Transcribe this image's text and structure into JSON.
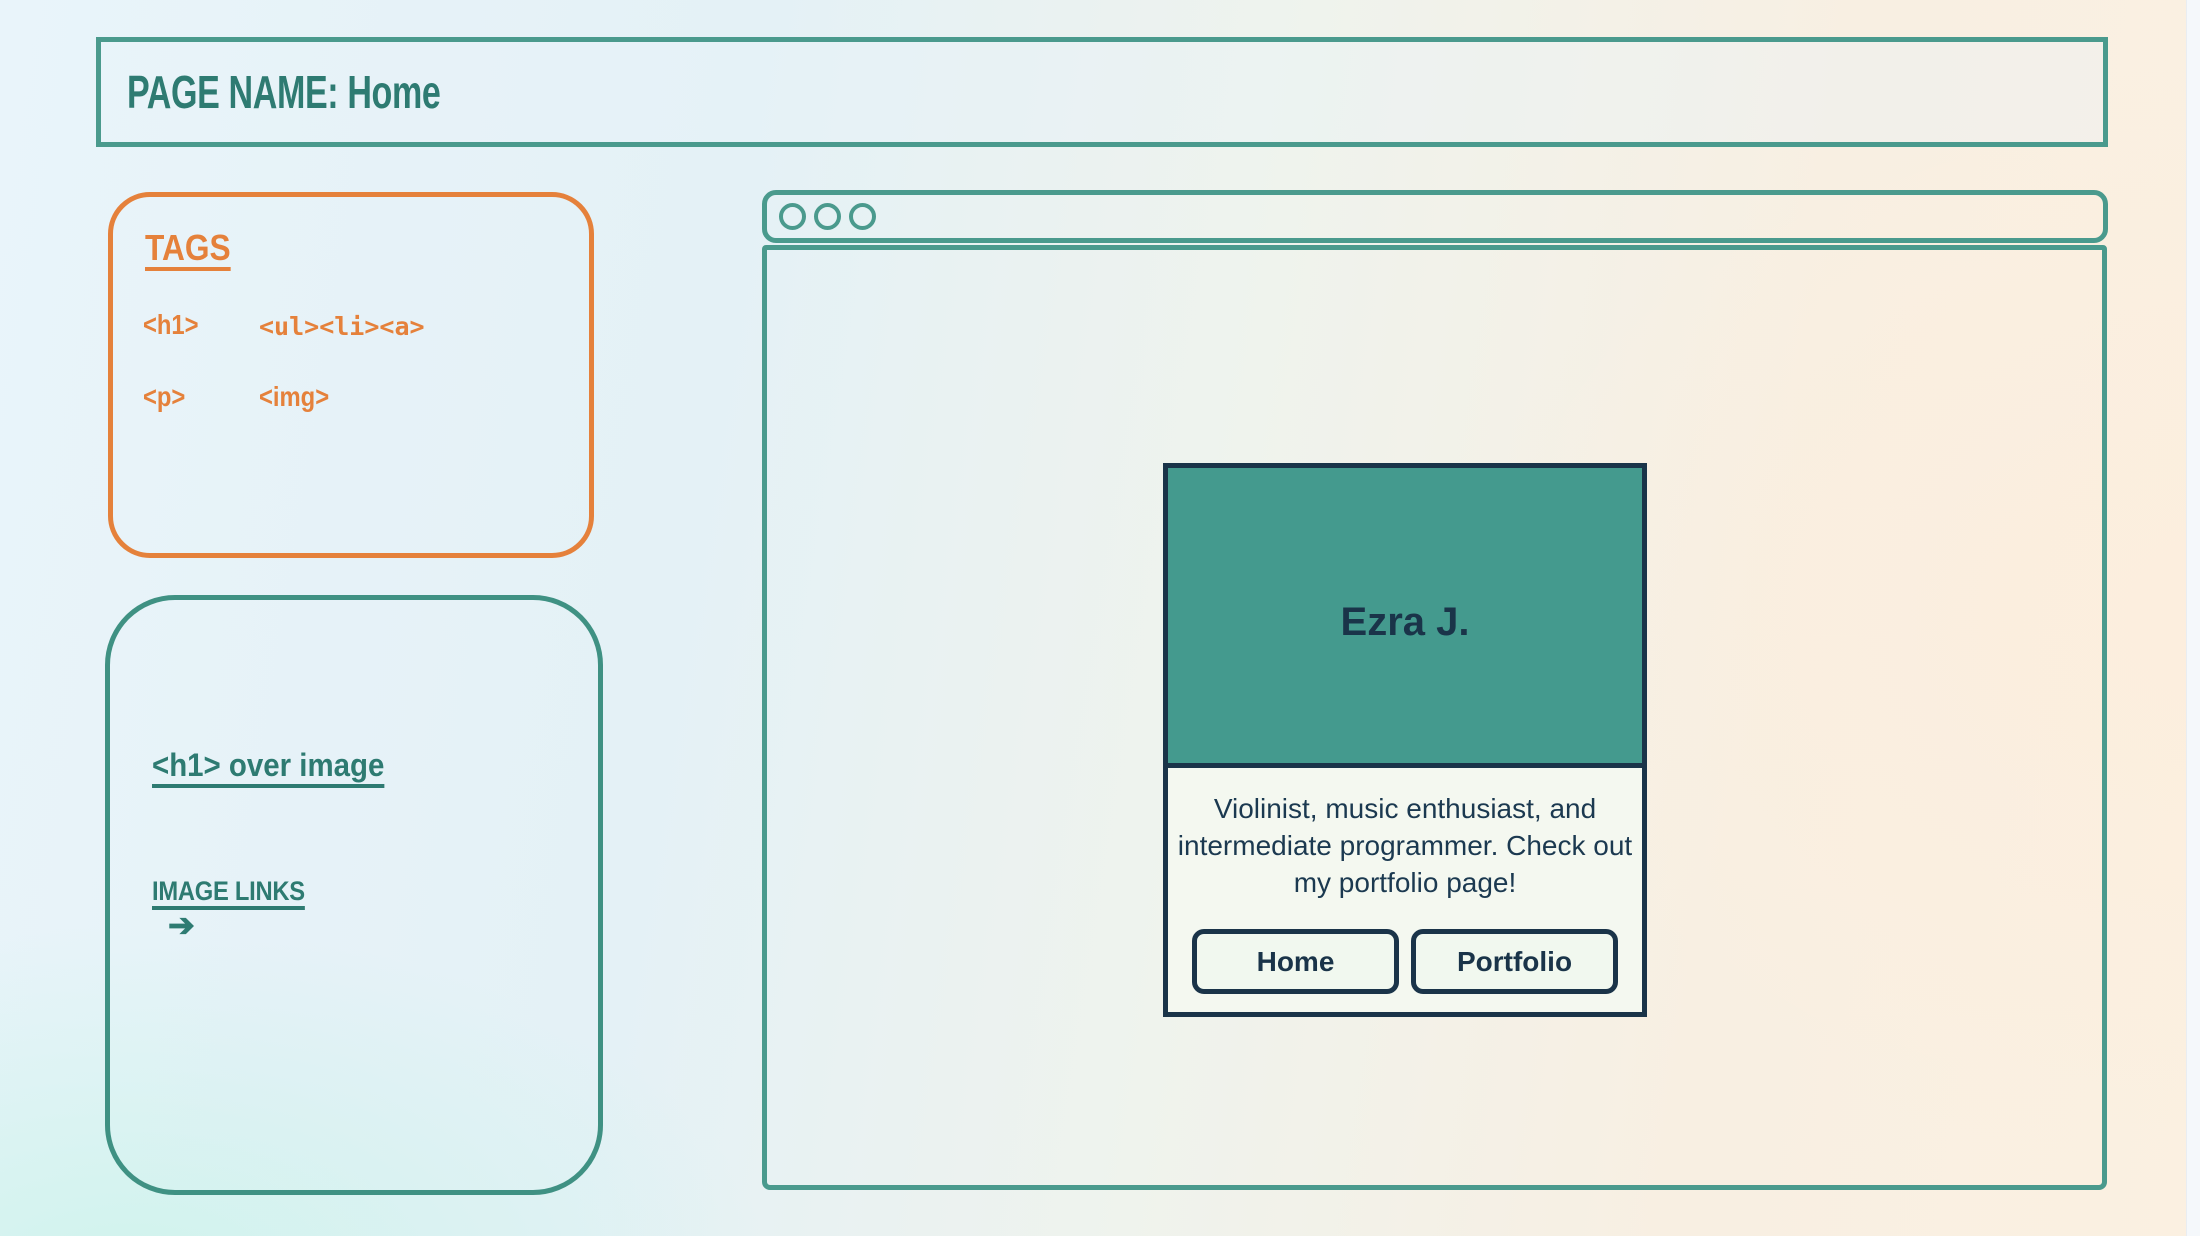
{
  "header": {
    "title": "PAGE NAME: Home"
  },
  "tags_panel": {
    "heading": "TAGS",
    "tags": [
      {
        "label": "<h1>"
      },
      {
        "label": "<ul><li><a>"
      },
      {
        "label": "<p>"
      },
      {
        "label": "<img>"
      }
    ]
  },
  "notes_panel": {
    "heading": "<h1> over image",
    "link_label": "IMAGE LINKS",
    "arrow_glyph": "➔"
  },
  "browser_window": {
    "traffic_lights": 3,
    "profile_card": {
      "name": "Ezra J.",
      "bio": "Violinist, music enthusiast, and intermediate programmer. Check out my portfolio page!",
      "nav_buttons": [
        {
          "label": "Home"
        },
        {
          "label": "Portfolio"
        }
      ]
    }
  },
  "colors": {
    "teal_border": "#4a9a8d",
    "teal_text": "#2e7b72",
    "orange": "#e5813b",
    "navy": "#1a3449",
    "card_header_fill": "#449a8e",
    "card_body_fill": "#f4f8f0",
    "bg_blue": "#e9f4fa",
    "bg_cyan": "#dcf5f1",
    "bg_peach": "#fbf0e1"
  }
}
